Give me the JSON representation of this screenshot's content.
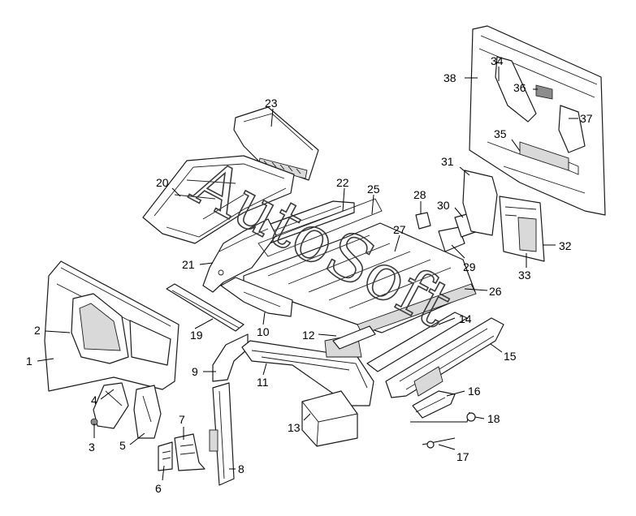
{
  "diagram": {
    "background": "#ffffff",
    "line_color": "#1a1a1a",
    "watermark": "AutoSoft",
    "callouts": [
      "1",
      "2",
      "3",
      "4",
      "5",
      "6",
      "7",
      "8",
      "9",
      "10",
      "11",
      "12",
      "13",
      "14",
      "15",
      "16",
      "17",
      "18",
      "19",
      "20",
      "21",
      "22",
      "23",
      "25",
      "26",
      "27",
      "28",
      "29",
      "30",
      "31",
      "32",
      "33",
      "34",
      "35",
      "36",
      "37",
      "38"
    ]
  }
}
